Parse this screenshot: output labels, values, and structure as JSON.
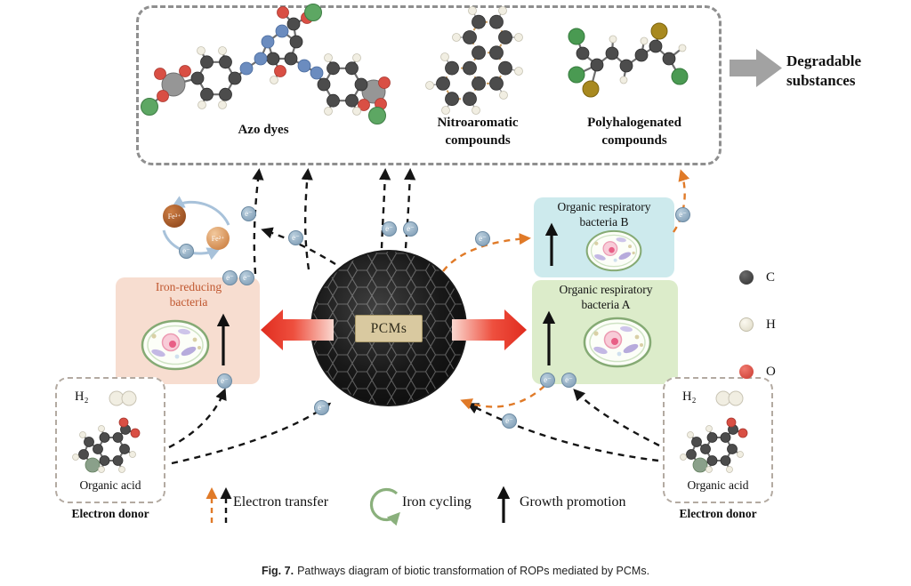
{
  "panel": {
    "azo": "Azo dyes",
    "nitro": "Nitroaromatic\ncompounds",
    "poly": "Polyhalogenated\ncompounds",
    "output": "Degradable\nsubstances"
  },
  "pcm": {
    "label": "PCMs"
  },
  "bacteria": {
    "iron": "Iron-reducing\nbacteria",
    "b": "Organic respiratory\nbacteria B",
    "a": "Organic respiratory\nbacteria A"
  },
  "iron_cycle": {
    "fe3": "Fe³⁺",
    "fe2": "Fe²⁺"
  },
  "electron": {
    "symbol": "e⁻"
  },
  "donor": {
    "h2": "H₂",
    "acid": "Organic acid",
    "title": "Electron donor"
  },
  "atoms": {
    "c": "C",
    "h": "H",
    "o": "O"
  },
  "legend": {
    "electron_transfer": "Electron transfer",
    "iron_cycling": "Iron cycling",
    "growth_promotion": "Growth promotion"
  },
  "caption": {
    "label": "Fig. 7.",
    "text": "Pathways diagram of biotic transformation of ROPs mediated by PCMs."
  },
  "colors": {
    "iron_box": "#f7ddd0",
    "bacteria_b_box": "#cdeaed",
    "bacteria_a_box": "#dcecca",
    "pcm_tag": "#d9c9a0",
    "electron_badge": "#8aa6bb",
    "orange_arrow": "#e07a28",
    "red_arrow": "#e23327",
    "carbon": "#4c4c4c",
    "hydrogen": "#f1eee2",
    "oxygen": "#d94f44"
  }
}
